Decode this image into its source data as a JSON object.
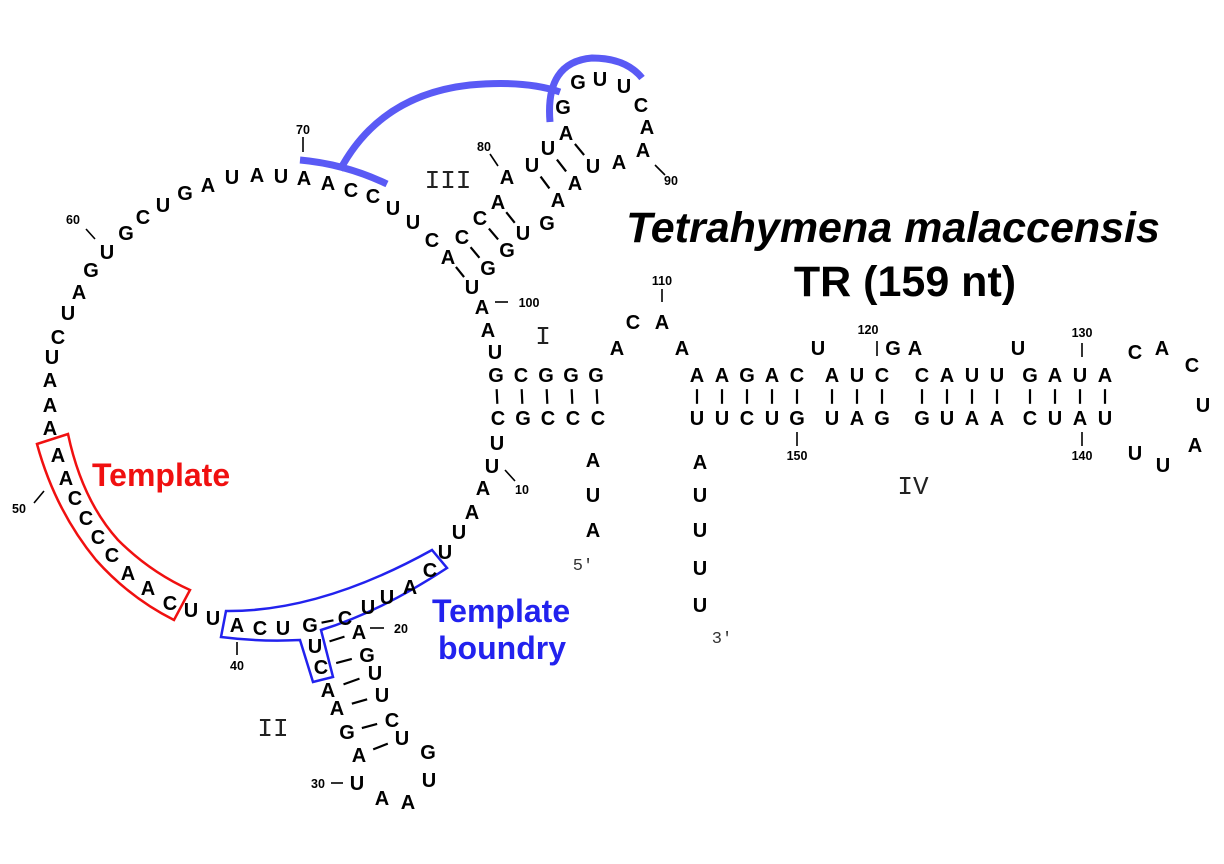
{
  "title": {
    "line1": "Tetrahymena malaccensis",
    "line2": "TR (159 nt)"
  },
  "colors": {
    "template": "#f01010",
    "boundary": "#2222ee",
    "pseudoknot": "#5a5af5"
  },
  "labels": {
    "template": "Template",
    "boundary_line1": "Template",
    "boundary_line2": "boundry"
  },
  "stems": {
    "I": "I",
    "II": "II",
    "III": "III",
    "IV": "IV"
  },
  "ends": {
    "five": "5'",
    "three": "3'"
  },
  "position_labels": [
    "10",
    "20",
    "30",
    "40",
    "50",
    "60",
    "70",
    "80",
    "90",
    "100",
    "110",
    "120",
    "130",
    "140",
    "150"
  ],
  "sequence": [
    "A",
    "U",
    "A",
    "C",
    "C",
    "C",
    "G",
    "C",
    "U",
    "U",
    "A",
    "A",
    "U",
    "U",
    "C",
    "A",
    "U",
    "U",
    "C",
    "A",
    "G",
    "U",
    "U",
    "C",
    "U",
    "G",
    "U",
    "A",
    "A",
    "U",
    "A",
    "G",
    "A",
    "A",
    "C",
    "U",
    "G",
    "U",
    "C",
    "A",
    "U",
    "U",
    "C",
    "A",
    "A",
    "C",
    "C",
    "C",
    "C",
    "A",
    "A",
    "A",
    "A",
    "A",
    "U",
    "C",
    "U",
    "A",
    "G",
    "U",
    "G",
    "C",
    "U",
    "G",
    "A",
    "U",
    "A",
    "U",
    "A",
    "A",
    "C",
    "C",
    "U",
    "U",
    "C",
    "A",
    "C",
    "C",
    "A",
    "A",
    "U",
    "U",
    "A",
    "G",
    "G",
    "U",
    "U",
    "C",
    "A",
    "A",
    "A",
    "U",
    "A",
    "A",
    "G",
    "U",
    "G",
    "G",
    "U",
    "A",
    "A",
    "U",
    "G",
    "C",
    "G",
    "G",
    "G",
    "A",
    "C",
    "A",
    "A",
    "A",
    "A",
    "G",
    "A",
    "C",
    "U",
    "A",
    "U",
    "C",
    "G",
    "A",
    "C",
    "A",
    "U",
    "U",
    "U",
    "G",
    "A",
    "U",
    "A",
    "C",
    "A",
    "C",
    "U",
    "A",
    "U",
    "U",
    "U",
    "A",
    "U",
    "C",
    "A",
    "A",
    "U",
    "G",
    "G",
    "A",
    "U",
    "G",
    "U",
    "C",
    "U",
    "U",
    "A",
    "U",
    "U",
    "U",
    "U"
  ],
  "pairs": [
    [
      103,
      8
    ],
    [
      104,
      7
    ],
    [
      105,
      6
    ],
    [
      106,
      5
    ],
    [
      107,
      4
    ],
    [
      37,
      19
    ],
    [
      36,
      20
    ],
    [
      35,
      21
    ],
    [
      34,
      22
    ],
    [
      33,
      23
    ],
    [
      32,
      24
    ],
    [
      31,
      25
    ],
    [
      76,
      99
    ],
    [
      77,
      98
    ],
    [
      78,
      97
    ],
    [
      79,
      96
    ],
    [
      81,
      94
    ],
    [
      82,
      93
    ],
    [
      83,
      92
    ],
    [
      112,
      154
    ],
    [
      113,
      153
    ],
    [
      114,
      152
    ],
    [
      115,
      151
    ],
    [
      116,
      150
    ],
    [
      118,
      149
    ],
    [
      119,
      148
    ],
    [
      120,
      147
    ],
    [
      123,
      146
    ],
    [
      124,
      145
    ],
    [
      125,
      144
    ],
    [
      126,
      143
    ],
    [
      128,
      142
    ],
    [
      129,
      141
    ],
    [
      130,
      140
    ],
    [
      131,
      139
    ]
  ]
}
